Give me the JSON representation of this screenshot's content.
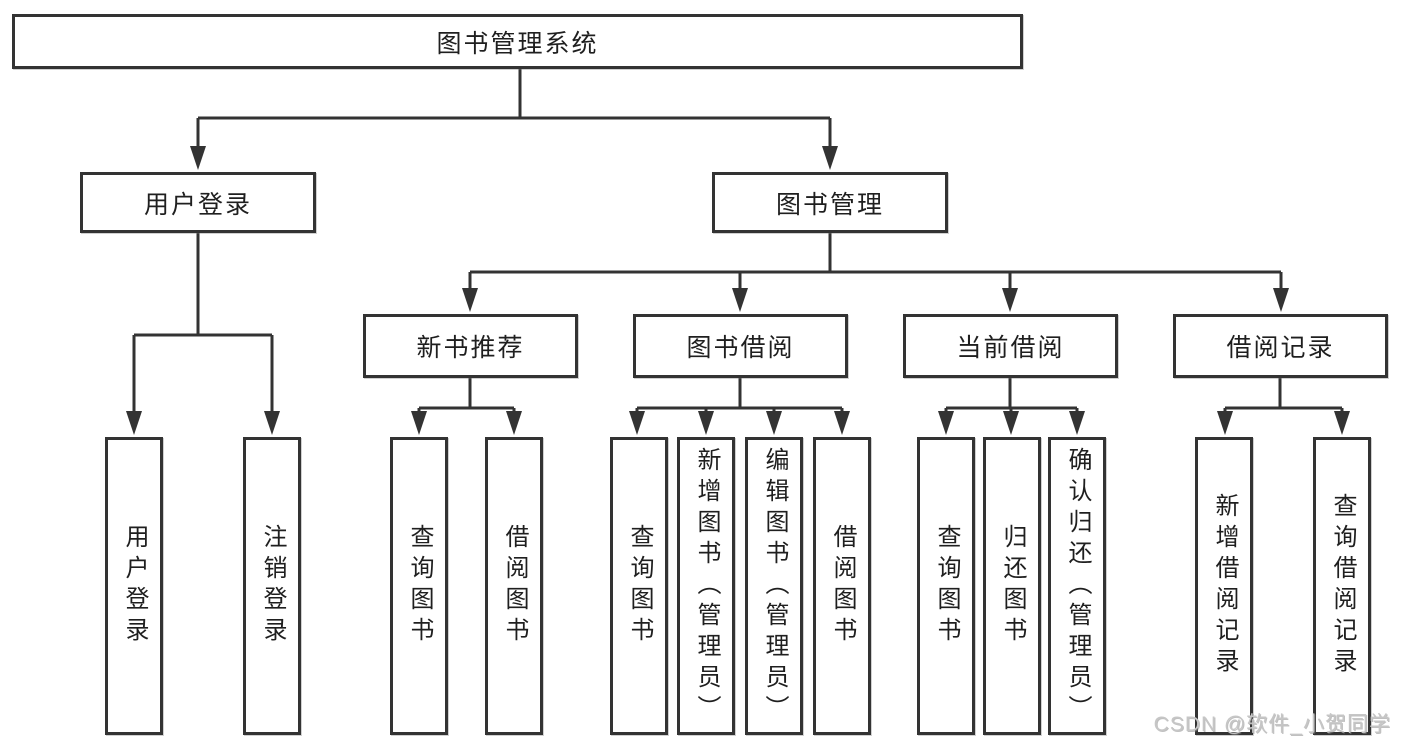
{
  "diagram": {
    "root": "图书管理系统",
    "branches": {
      "user_login": {
        "label": "用户登录",
        "children": [
          "用户登录",
          "注销登录"
        ]
      },
      "book_management": {
        "label": "图书管理",
        "groups": [
          {
            "label": "新书推荐",
            "children": [
              "查询图书",
              "借阅图书"
            ]
          },
          {
            "label": "图书借阅",
            "children": [
              "查询图书",
              "新增图书（管理员）",
              "编辑图书（管理员）",
              "借阅图书"
            ]
          },
          {
            "label": "当前借阅",
            "children": [
              "查询图书",
              "归还图书",
              "确认归还（管理员）"
            ]
          },
          {
            "label": "借阅记录",
            "children": [
              "新增借阅记录",
              "查询借阅记录"
            ]
          }
        ]
      }
    }
  },
  "watermark": "CSDN @软件_小贺同学",
  "colors": {
    "line": "#333333",
    "text": "#1f1f1f",
    "watermark": "#c6c6c6",
    "background": "#ffffff"
  }
}
